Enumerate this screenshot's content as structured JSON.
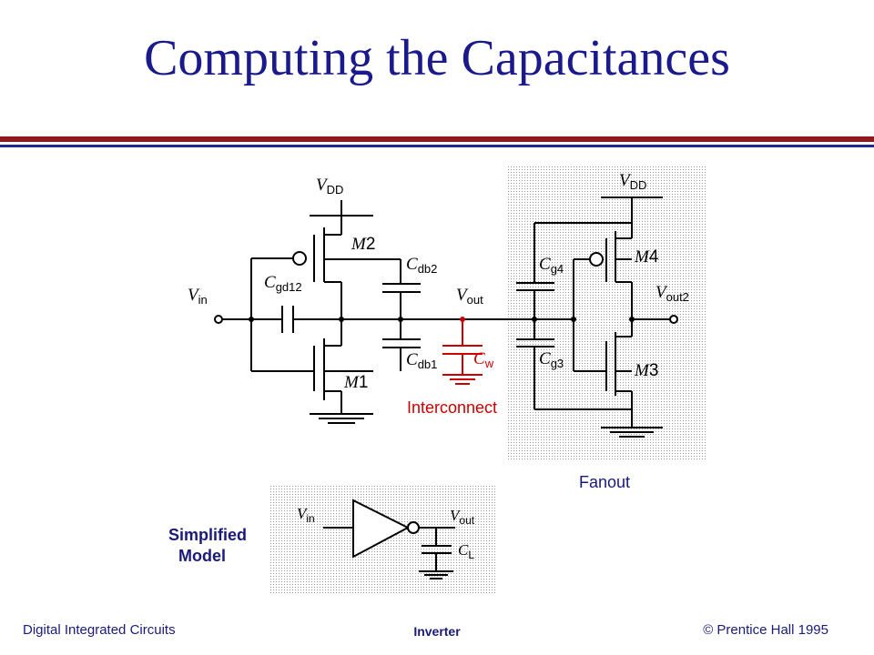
{
  "title": "Computing the Capacitances",
  "colors": {
    "title": "#1a1a8c",
    "rule_red": "#8b1a1a",
    "rule_blue": "#1f2a8a",
    "interconnect": "#cc0000",
    "model_text": "#1a1a7a"
  },
  "circuit": {
    "vdd_left": {
      "main": "V",
      "sub": "DD"
    },
    "vdd_right": {
      "main": "V",
      "sub": "DD"
    },
    "m2": {
      "main": "M",
      "sub": "2"
    },
    "m1": {
      "main": "M",
      "sub": "1"
    },
    "m4": {
      "main": "M",
      "sub": "4"
    },
    "m3": {
      "main": "M",
      "sub": "3"
    },
    "vin": {
      "main": "V",
      "sub": "in"
    },
    "vout": {
      "main": "V",
      "sub": "out"
    },
    "vout2": {
      "main": "V",
      "sub": "out2"
    },
    "cgd12": {
      "main": "C",
      "sub": "gd12"
    },
    "cdb2": {
      "main": "C",
      "sub": "db2"
    },
    "cdb1": {
      "main": "C",
      "sub": "db1"
    },
    "cw": {
      "main": "C",
      "sub": "w"
    },
    "cg4": {
      "main": "C",
      "sub": "g4"
    },
    "cg3": {
      "main": "C",
      "sub": "g3"
    },
    "interconnect_label": "Interconnect",
    "fanout_label": "Fanout"
  },
  "model": {
    "label_line1": "Simplified",
    "label_line2": "Model",
    "vin": {
      "main": "V",
      "sub": "in"
    },
    "vout": {
      "main": "V",
      "sub": "out"
    },
    "cl": {
      "main": "C",
      "sub": "L"
    }
  },
  "footer": {
    "left": "Digital Integrated Circuits",
    "center": "Inverter",
    "right": "© Prentice Hall 1995"
  }
}
